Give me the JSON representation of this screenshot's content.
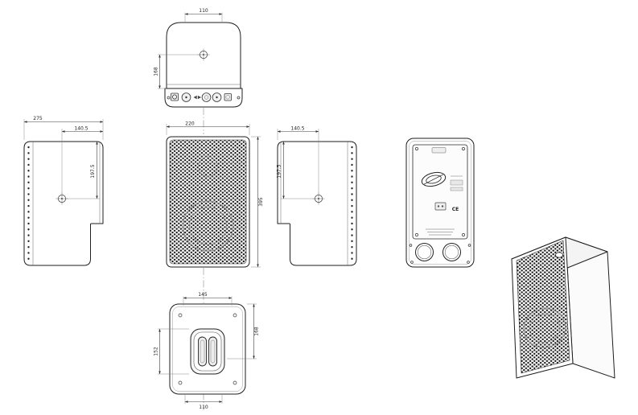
{
  "colors": {
    "line": "#1d1d1d",
    "grille_dot": "#161616",
    "background": "#ffffff"
  },
  "views": {
    "top": {
      "dim_width": "110",
      "dim_depth": "168"
    },
    "side_left": {
      "dim_depth": "275",
      "dim_mount": "140.5",
      "dim_mount_v": "197.5"
    },
    "front": {
      "dim_width": "220",
      "dim_height": "395"
    },
    "side_right": {
      "dim_mount": "140.5",
      "dim_mount_v": "197.5"
    },
    "rear": {
      "ce_label": "CE"
    },
    "bottom": {
      "dim_inner_width": "145",
      "dim_depth_offset": "168",
      "dim_handle": "152",
      "dim_width": "110"
    }
  }
}
